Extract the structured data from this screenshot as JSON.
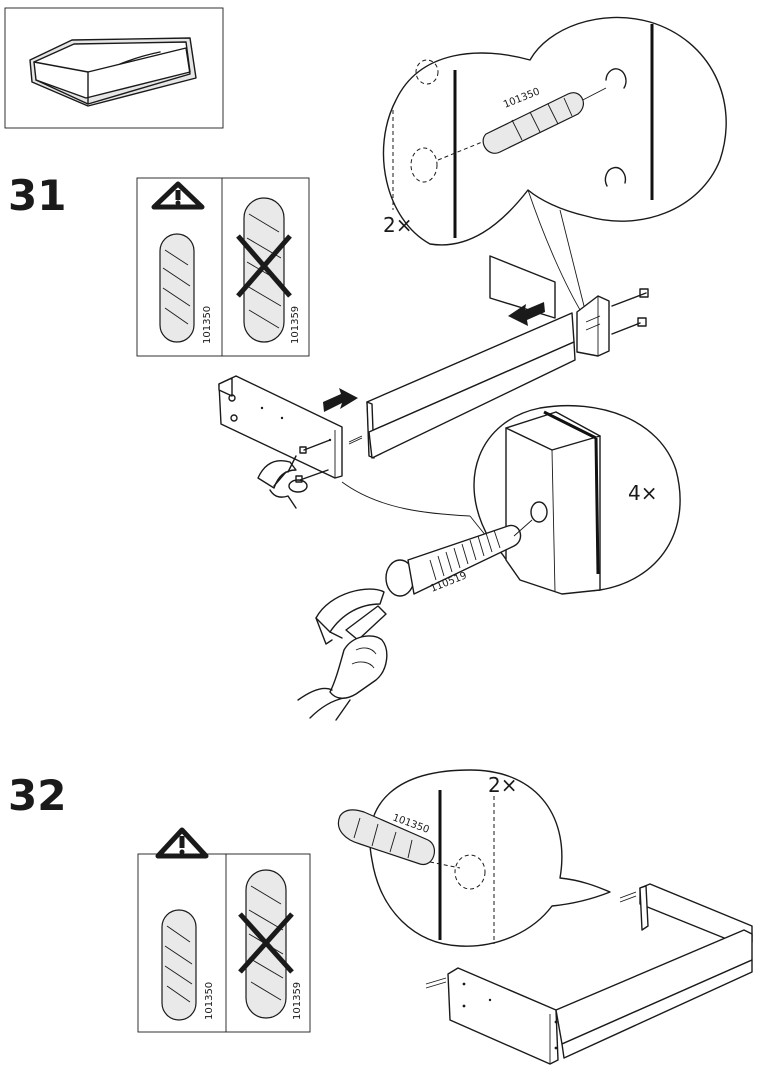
{
  "steps": [
    {
      "number": "31",
      "warning": {
        "correct_part": "101350",
        "wrong_part": "101359"
      },
      "detail_top": {
        "part": "101350",
        "quantity": "2×"
      },
      "detail_bottom": {
        "part": "110519",
        "quantity": "4×"
      }
    },
    {
      "number": "32",
      "warning": {
        "correct_part": "101350",
        "wrong_part": "101359"
      },
      "detail": {
        "part": "101350",
        "quantity": "2×"
      }
    }
  ],
  "icons": [
    "drawer-icon",
    "warning-triangle-icon",
    "cross-icon",
    "hammer-icon",
    "hand-icon",
    "arrow-icon"
  ]
}
